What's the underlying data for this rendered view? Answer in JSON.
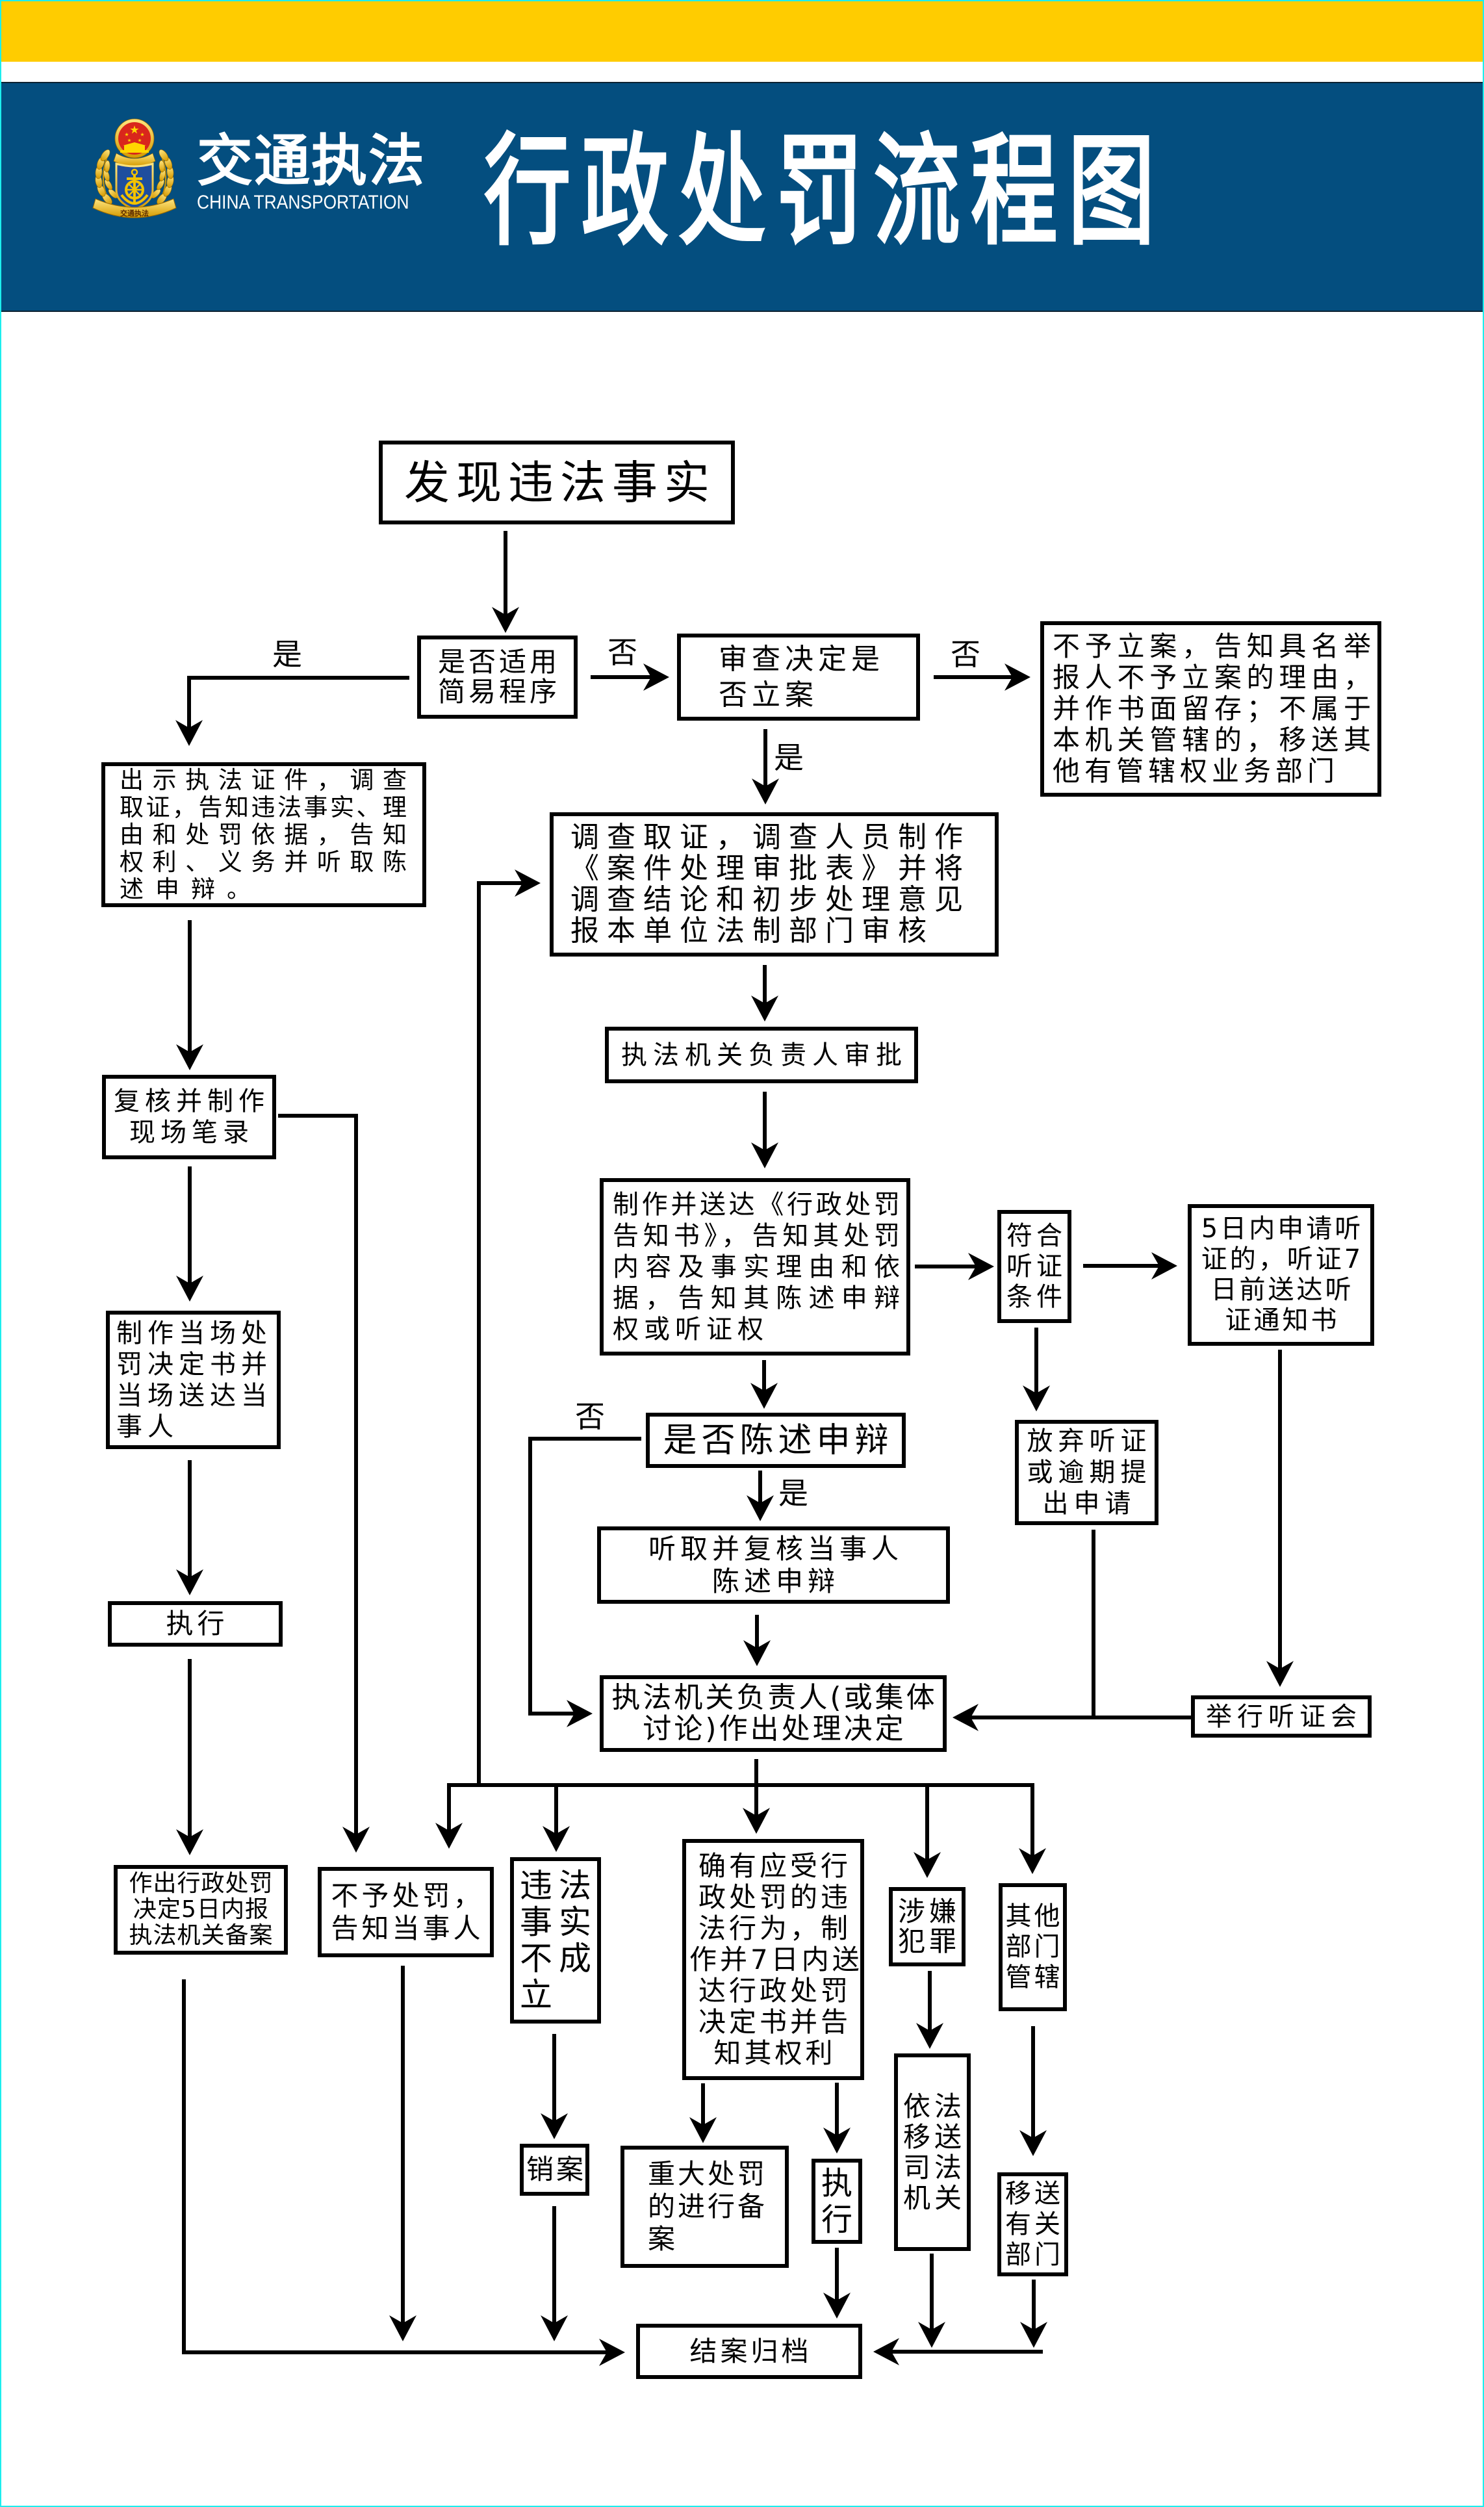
{
  "colors": {
    "top_stripe": "#FFCC00",
    "header_band": "#044E7F",
    "header_text": "#FFFFFF",
    "diagram_ink": "#000000",
    "frame": "#1CEEEE"
  },
  "header": {
    "logo": {
      "icon": "traffic-law-enforcement-emblem",
      "ribbon_text": "交通执法"
    },
    "brand_cn": "交通执法",
    "brand_en": "CHINA TRANSPORTATION",
    "title": "行政处罚流程图"
  },
  "flowchart": {
    "nodes": {
      "discover": {
        "lines": [
          "发现违法事实"
        ]
      },
      "simple_check": {
        "lines": [
          "是否适用",
          "简易程序"
        ]
      },
      "filing_review": {
        "lines": [
          "审查决定是",
          "否立案"
        ]
      },
      "no_filing": {
        "lines": [
          "不予立案，告知具名举",
          "报人不予立案的理由，",
          "并作书面留存；不属于",
          "本机关管辖的，移送其",
          "他有管辖权业务部门"
        ]
      },
      "show_credentials": {
        "lines": [
          "出示执法证件，调查",
          "取证，告知违法事实、理",
          "由和处罚依据，告知",
          "权利、义务并听取陈",
          "述申辩。"
        ]
      },
      "investigate": {
        "lines": [
          "调查取证，调查人员制作",
          "《案件处理审批表》并将",
          "调查结论和初步处理意见",
          "报本单位法制部门审核"
        ]
      },
      "head_approval": {
        "lines": [
          "执法机关负责人审批"
        ]
      },
      "review_record": {
        "lines": [
          "复核并制作",
          "现场笔录"
        ]
      },
      "notice": {
        "lines": [
          "制作并送达《行政处罚",
          "告知书》，告知其处罚",
          "内容及事实理由和依",
          "据，告知其陈述申辩",
          "权或听证权"
        ]
      },
      "hearing_eligible": {
        "lines": [
          "符合",
          "听证",
          "条件"
        ]
      },
      "hearing_apply": {
        "lines": [
          "5日内申请听",
          "证的，听证7",
          "日前送达听",
          "证通知书"
        ]
      },
      "onsite_decision": {
        "lines": [
          "制作当场处",
          "罚决定书并",
          "当场送达当",
          "事人"
        ]
      },
      "statement_check": {
        "lines": [
          "是否陈述申辩"
        ]
      },
      "hearing_waived": {
        "lines": [
          "放弃听证",
          "或逾期提",
          "出申请"
        ]
      },
      "hear_statement": {
        "lines": [
          "听取并复核当事人",
          "陈述申辩"
        ]
      },
      "execute_simple": {
        "lines": [
          "执行"
        ]
      },
      "decision": {
        "lines": [
          "执法机关负责人(或集体",
          "讨论)作出处理决定"
        ]
      },
      "hold_hearing": {
        "lines": [
          "举行听证会"
        ]
      },
      "file_record_simple": {
        "lines": [
          "作出行政处罚",
          "决定5日内报",
          "执法机关备案"
        ]
      },
      "no_penalty": {
        "lines": [
          "不予处罚，",
          "告知当事人"
        ]
      },
      "fact_unfounded": {
        "lines": [
          "违法",
          "事实",
          "不成",
          "立"
        ]
      },
      "penalty_decision": {
        "lines": [
          "确有应受行",
          "政处罚的违",
          "法行为，制",
          "作并7日内送",
          "达行政处罚",
          "决定书并告",
          "知其权利"
        ]
      },
      "suspected_crime": {
        "lines": [
          "涉嫌",
          "犯罪"
        ]
      },
      "other_jurisdiction": {
        "lines": [
          "其他",
          "部门",
          "管辖"
        ]
      },
      "case_cancel": {
        "lines": [
          "销案"
        ]
      },
      "major_filing": {
        "lines": [
          "重大处罚",
          "的进行备",
          "案"
        ]
      },
      "execute": {
        "lines": [
          "执",
          "行"
        ]
      },
      "transfer_judicial": {
        "lines": [
          "依法",
          "移送",
          "司法",
          "机关"
        ]
      },
      "transfer_dept": {
        "lines": [
          "移送",
          "有关",
          "部门"
        ]
      },
      "close_archive": {
        "lines": [
          "结案归档"
        ]
      }
    },
    "edge_labels": {
      "simple_yes": "是",
      "simple_no": "否",
      "filing_no": "否",
      "filing_yes": "是",
      "statement_no": "否",
      "statement_yes": "是"
    },
    "edges": [
      {
        "from": "discover",
        "to": "simple_check"
      },
      {
        "from": "simple_check",
        "to": "show_credentials",
        "label": "是"
      },
      {
        "from": "simple_check",
        "to": "filing_review",
        "label": "否"
      },
      {
        "from": "filing_review",
        "to": "no_filing",
        "label": "否"
      },
      {
        "from": "filing_review",
        "to": "investigate",
        "label": "是"
      },
      {
        "from": "show_credentials",
        "to": "review_record"
      },
      {
        "from": "review_record",
        "to": "onsite_decision"
      },
      {
        "from": "review_record",
        "to": "no_penalty"
      },
      {
        "from": "onsite_decision",
        "to": "execute_simple"
      },
      {
        "from": "execute_simple",
        "to": "file_record_simple"
      },
      {
        "from": "file_record_simple",
        "to": "close_archive"
      },
      {
        "from": "investigate",
        "to": "head_approval"
      },
      {
        "from": "head_approval",
        "to": "notice"
      },
      {
        "from": "notice",
        "to": "hearing_eligible"
      },
      {
        "from": "notice",
        "to": "statement_check"
      },
      {
        "from": "hearing_eligible",
        "to": "hearing_apply"
      },
      {
        "from": "hearing_eligible",
        "to": "hearing_waived"
      },
      {
        "from": "hearing_apply",
        "to": "hold_hearing"
      },
      {
        "from": "hearing_waived",
        "to": "decision"
      },
      {
        "from": "hold_hearing",
        "to": "decision"
      },
      {
        "from": "statement_check",
        "to": "hear_statement",
        "label": "是"
      },
      {
        "from": "statement_check",
        "to": "decision",
        "label": "否"
      },
      {
        "from": "hear_statement",
        "to": "decision"
      },
      {
        "from": "decision",
        "to": "investigate"
      },
      {
        "from": "decision",
        "to": "no_penalty"
      },
      {
        "from": "decision",
        "to": "fact_unfounded"
      },
      {
        "from": "decision",
        "to": "penalty_decision"
      },
      {
        "from": "decision",
        "to": "suspected_crime"
      },
      {
        "from": "decision",
        "to": "other_jurisdiction"
      },
      {
        "from": "no_penalty",
        "to": "close_archive"
      },
      {
        "from": "fact_unfounded",
        "to": "case_cancel"
      },
      {
        "from": "case_cancel",
        "to": "close_archive"
      },
      {
        "from": "penalty_decision",
        "to": "major_filing"
      },
      {
        "from": "penalty_decision",
        "to": "execute"
      },
      {
        "from": "execute",
        "to": "close_archive"
      },
      {
        "from": "suspected_crime",
        "to": "transfer_judicial"
      },
      {
        "from": "transfer_judicial",
        "to": "close_archive"
      },
      {
        "from": "other_jurisdiction",
        "to": "transfer_dept"
      },
      {
        "from": "transfer_dept",
        "to": "close_archive"
      }
    ]
  }
}
